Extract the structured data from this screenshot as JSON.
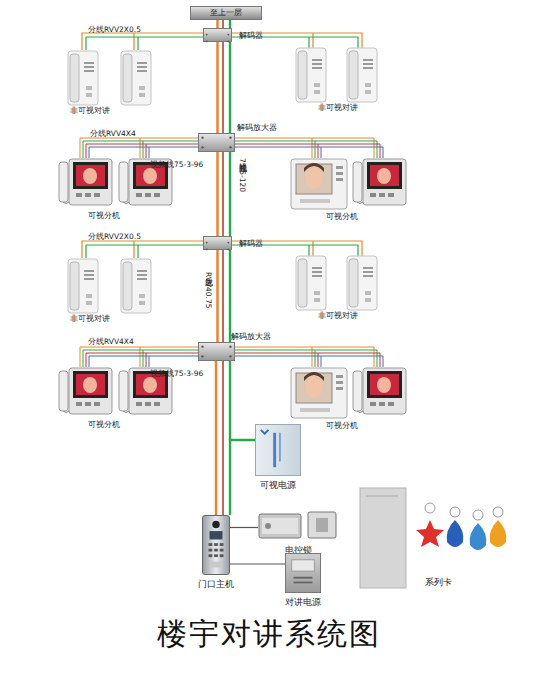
{
  "diagram": {
    "title": "楼宇对讲系统图",
    "nodes": [
      {
        "text": [
          "至上一层"
        ]
      },
      {
        "text": [
          "解码器"
        ]
      },
      {
        "text": [
          "解码放大器"
        ]
      },
      {
        "text": [
          "解码器"
        ]
      },
      {
        "text": [
          "解码放大器"
        ]
      },
      {
        "text": [
          "可视电源"
        ]
      },
      {
        "text": [
          "门口主机"
        ]
      },
      {
        "text": [
          "电控锁"
        ]
      },
      {
        "text": [
          "对讲电源"
        ]
      }
    ],
    "edges": [
      {
        "from": 0,
        "to": 1,
        "arrow": "none"
      },
      {
        "from": 1,
        "to": 2,
        "arrow": "none"
      },
      {
        "from": 2,
        "to": 3,
        "arrow": "none"
      },
      {
        "from": 3,
        "to": 4,
        "arrow": "none"
      },
      {
        "from": 4,
        "to": 6,
        "arrow": "none"
      },
      {
        "from": 5,
        "to": 6,
        "arrow": "none"
      },
      {
        "from": 6,
        "to": 7,
        "arrow": "none"
      },
      {
        "from": 6,
        "to": 8,
        "arrow": "none"
      }
    ],
    "labels": [
      "分线RVV2X0.5",
      "非可视对讲",
      "非可视对讲",
      "分线RVV4X4",
      "视频线75-3-96",
      "视频线75-5-120",
      "可视分机",
      "可视分机",
      "分线RVV2X0.5",
      "主线RVV40.75",
      "非可视对讲",
      "非可视对讲",
      "分线RVV4X4",
      "视频线75-3-96",
      "可视分机",
      "可视分机",
      "系列卡"
    ]
  }
}
